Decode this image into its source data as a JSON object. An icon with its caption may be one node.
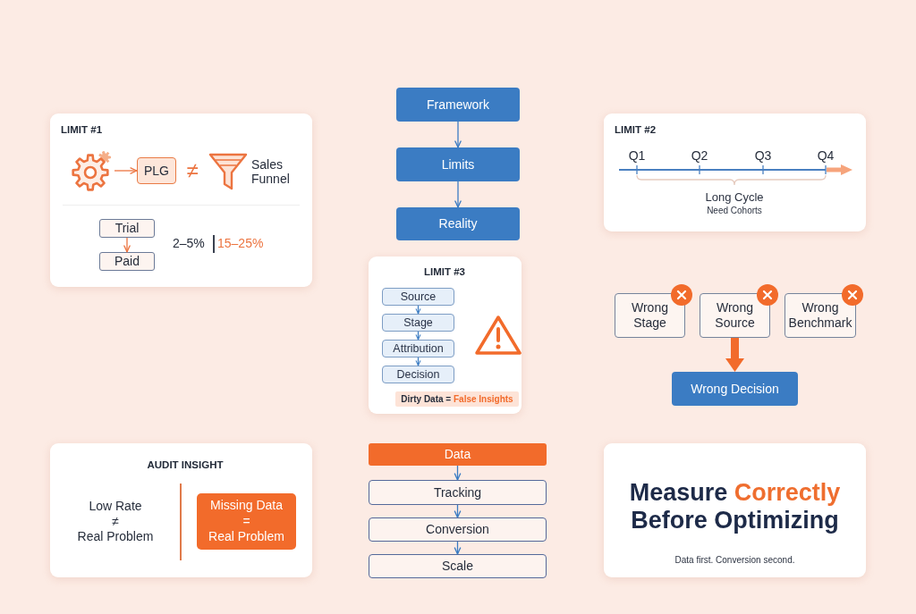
{
  "diagram": {
    "nodes": [
      {
        "text": [
          "LIMIT #1",
          "≠",
          "Sales Funnel",
          "2–5%",
          "15–25%"
        ]
      },
      {
        "text": [],
        "shape": "gear",
        "in": 0
      },
      {
        "text": [
          "PLG"
        ],
        "in": 0
      },
      {
        "text": [
          "Trial"
        ],
        "in": 0
      },
      {
        "text": [
          "Paid"
        ],
        "in": 0
      },
      {
        "text": [
          "Framework"
        ]
      },
      {
        "text": [
          "Limits"
        ]
      },
      {
        "text": [
          "Reality"
        ]
      },
      {
        "text": [
          "LIMIT #2",
          "Q1",
          "Q2",
          "Q3",
          "Q4",
          "Long Cycle",
          "Need Cohorts"
        ]
      },
      {
        "text": [
          "LIMIT #3",
          "Dirty Data = False Insights"
        ]
      },
      {
        "text": [
          "Source"
        ],
        "in": 9
      },
      {
        "text": [
          "Stage"
        ],
        "in": 9
      },
      {
        "text": [
          "Attribution"
        ],
        "in": 9
      },
      {
        "text": [
          "Decision"
        ],
        "in": 9
      },
      {
        "text": [
          "Wrong Stage"
        ]
      },
      {
        "text": [
          "Wrong Source"
        ]
      },
      {
        "text": [
          "Wrong Benchmark"
        ]
      },
      {
        "text": [
          "Wrong Decision"
        ]
      },
      {
        "text": [
          "AUDIT INSIGHT",
          "Low Rate ≠ Real Problem"
        ]
      },
      {
        "text": [
          "Missing Data = Real Problem"
        ],
        "in": 18
      },
      {
        "text": [
          "Data"
        ]
      },
      {
        "text": [
          "Tracking"
        ]
      },
      {
        "text": [
          "Conversion"
        ]
      },
      {
        "text": [
          "Scale"
        ]
      },
      {
        "text": [
          "Measure Correctly Before Optimizing",
          "Data first. Conversion second."
        ]
      }
    ],
    "edges": [
      {
        "from": 1,
        "to": 2,
        "arrow": "to",
        "color": "#ec7440"
      },
      {
        "from": 3,
        "to": 4,
        "arrow": "to",
        "color": "#ec7440"
      },
      {
        "from": 5,
        "to": 6,
        "arrow": "to"
      },
      {
        "from": 6,
        "to": 7,
        "arrow": "to"
      },
      {
        "from": 10,
        "to": 11,
        "arrow": "to"
      },
      {
        "from": 11,
        "to": 12,
        "arrow": "to"
      },
      {
        "from": 12,
        "to": 13,
        "arrow": "to"
      },
      {
        "from": 15,
        "to": 17,
        "arrow": "to",
        "style": "thick",
        "color": "#f26b2b"
      },
      {
        "from": 20,
        "to": 21,
        "arrow": "to"
      },
      {
        "from": 21,
        "to": 22,
        "arrow": "to"
      },
      {
        "from": 22,
        "to": 23,
        "arrow": "to"
      }
    ]
  }
}
